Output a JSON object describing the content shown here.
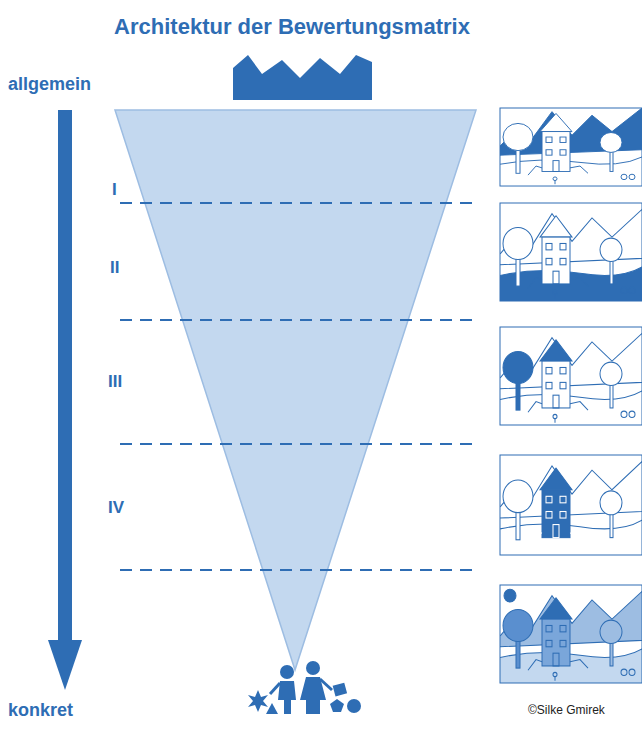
{
  "diagram": {
    "title": "Architektur der Bewertungsmatrix",
    "labels": [
      "allgemein",
      "I",
      "II",
      "III",
      "IV",
      "konkret",
      "©Silke Gmirek"
    ]
  }
}
